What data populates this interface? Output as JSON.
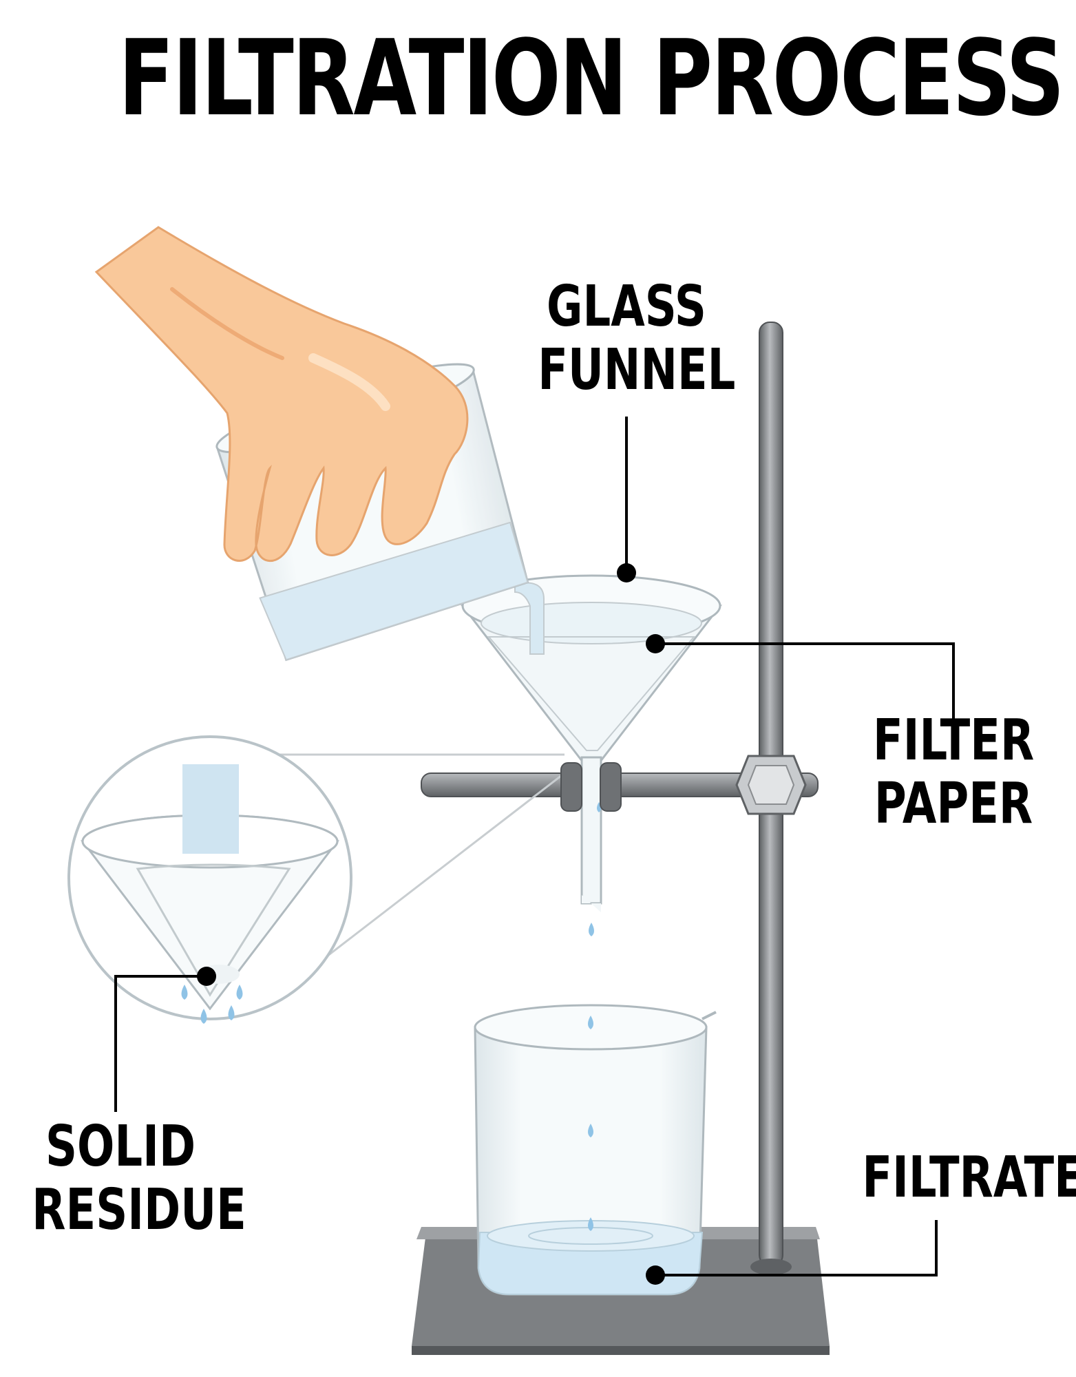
{
  "title": "FILTRATION PROCESS",
  "labels": {
    "glass_funnel": [
      "GLASS",
      "FUNNEL"
    ],
    "filter_paper": [
      "FILTER",
      "PAPER"
    ],
    "solid_residue": [
      "SOLID",
      "RESIDUE"
    ],
    "filtrate": "FILTRATE"
  },
  "colors": {
    "skin": "#f9c89a",
    "skin_shadow": "#eeab76",
    "glass": "#eef5f8",
    "glass_edge": "#aeb8bd",
    "water": "#cfe6f4",
    "drop": "#8fc3e6",
    "metal": "#8a8d90",
    "metal_dark": "#5e6164",
    "base": "#7d8083"
  }
}
